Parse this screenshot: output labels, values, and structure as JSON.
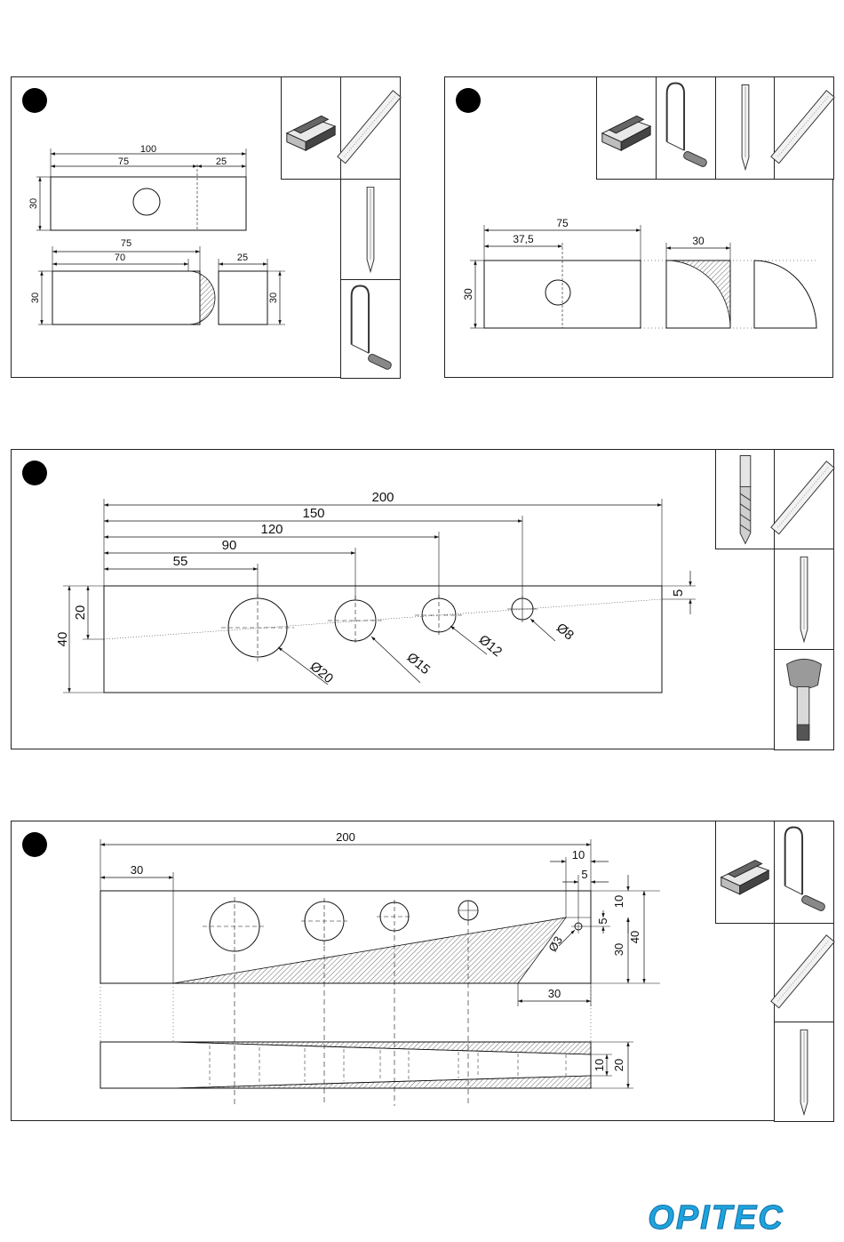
{
  "brand": {
    "logo_text": "OPITEC",
    "color": "#1fa3dc"
  },
  "panels": {
    "p1": {
      "dims": {
        "total": "100",
        "left": "75",
        "right": "25",
        "height": "30",
        "b_total": "75",
        "b_inner": "70",
        "b_height": "30",
        "c_width": "25",
        "c_height": "30"
      },
      "tools": [
        "sanding-block-icon",
        "ruler-icon",
        "pencil-icon",
        "fretsaw-icon"
      ]
    },
    "p2": {
      "dims": {
        "total": "75",
        "center": "37,5",
        "height": "30",
        "quarter": "30"
      },
      "tools": [
        "sanding-block-icon",
        "fretsaw-icon",
        "pencil-icon",
        "ruler-icon"
      ]
    },
    "p3": {
      "dims": {
        "total": "200",
        "d150": "150",
        "d120": "120",
        "d90": "90",
        "d55": "55",
        "height": "40",
        "mid": "20",
        "offset": "5",
        "hole1": "Ø20",
        "hole2": "Ø15",
        "hole3": "Ø12",
        "hole4": "Ø8"
      },
      "tools": [
        "drill-bit-icon",
        "ruler-icon",
        "pencil-icon",
        "forstner-bit-icon"
      ]
    },
    "p4": {
      "dims": {
        "total": "200",
        "left": "30",
        "top10": "10",
        "top5": "5",
        "r10": "10",
        "r5": "5",
        "r40": "40",
        "r30": "30",
        "hole": "Ø3",
        "bottom": "30",
        "s10": "10",
        "s20": "20"
      },
      "tools": [
        "sanding-block-icon",
        "fretsaw-icon",
        "ruler-icon",
        "pencil-icon"
      ]
    }
  }
}
